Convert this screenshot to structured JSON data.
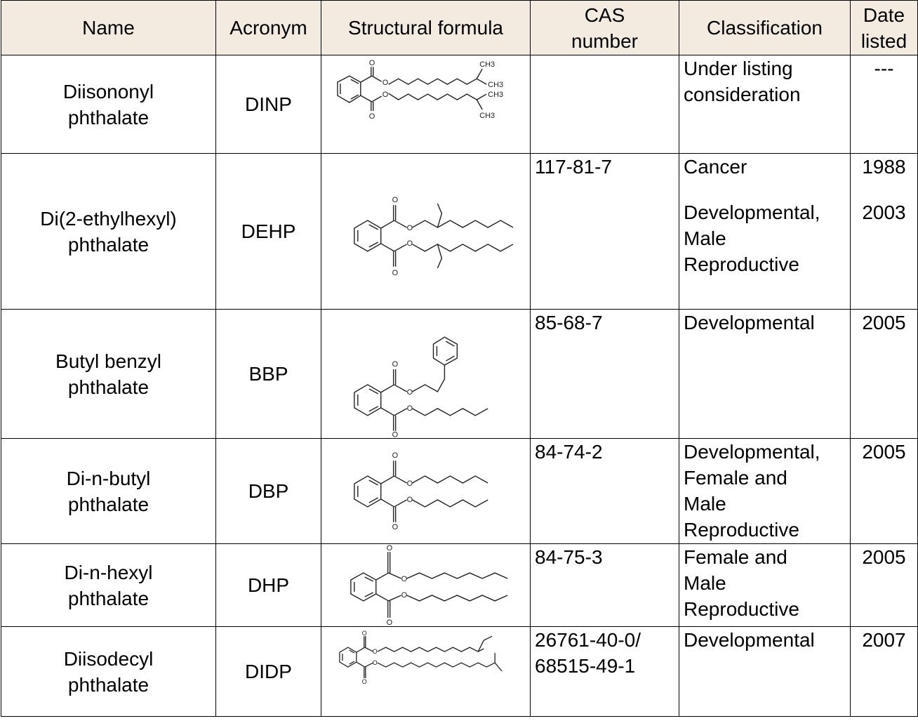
{
  "headers": {
    "name": "Name",
    "acronym": "Acronym",
    "structure": "Structural formula",
    "cas_line1": "CAS",
    "cas_line2": "number",
    "classification": "Classification",
    "date_line1": "Date",
    "date_line2": "listed"
  },
  "rows": [
    {
      "name_line1": "Diisononyl",
      "name_line2": "phthalate",
      "acronym": "DINP",
      "cas_line1": "",
      "cas_line2": "",
      "class_a_lines": [
        "Under listing",
        "consideration"
      ],
      "date_a": "---",
      "class_b_lines": [],
      "date_b": "",
      "formula_labels": [
        "O",
        "O",
        "O",
        "O",
        "CH3",
        "CH3",
        "CH3",
        "CH3"
      ]
    },
    {
      "name_line1": "Di(2-ethylhexyl)",
      "name_line2": "phthalate",
      "acronym": "DEHP",
      "cas_line1": "117-81-7",
      "cas_line2": "",
      "class_a_lines": [
        "Cancer"
      ],
      "date_a": "1988",
      "class_b_lines": [
        "Developmental,",
        "Male",
        "Reproductive"
      ],
      "date_b": "2003",
      "formula_labels": [
        "O",
        "O",
        "O",
        "O"
      ]
    },
    {
      "name_line1": "Butyl benzyl",
      "name_line2": "phthalate",
      "acronym": "BBP",
      "cas_line1": "85-68-7",
      "cas_line2": "",
      "class_a_lines": [
        "Developmental"
      ],
      "date_a": "2005",
      "class_b_lines": [],
      "date_b": "",
      "formula_labels": [
        "O",
        "O",
        "O",
        "O"
      ]
    },
    {
      "name_line1": "Di-n-butyl",
      "name_line2": "phthalate",
      "acronym": "DBP",
      "cas_line1": "84-74-2",
      "cas_line2": "",
      "class_a_lines": [
        "Developmental,",
        "Female and",
        "Male",
        "Reproductive"
      ],
      "date_a": "2005",
      "class_b_lines": [],
      "date_b": "",
      "formula_labels": [
        "O",
        "O",
        "O",
        "O"
      ]
    },
    {
      "name_line1": "Di-n-hexyl",
      "name_line2": "phthalate",
      "acronym": "DHP",
      "cas_line1": "84-75-3",
      "cas_line2": "",
      "class_a_lines": [
        "Female and",
        "Male",
        "Reproductive"
      ],
      "date_a": "2005",
      "class_b_lines": [],
      "date_b": "",
      "formula_labels": [
        "O",
        "O",
        "O",
        "O"
      ]
    },
    {
      "name_line1": "Diisodecyl",
      "name_line2": "phthalate",
      "acronym": "DIDP",
      "cas_line1": "26761-40-0/",
      "cas_line2": "68515-49-1",
      "class_a_lines": [
        "Developmental"
      ],
      "date_a": "2007",
      "class_b_lines": [],
      "date_b": "",
      "formula_labels": [
        "O",
        "O",
        "O",
        "O"
      ]
    }
  ]
}
